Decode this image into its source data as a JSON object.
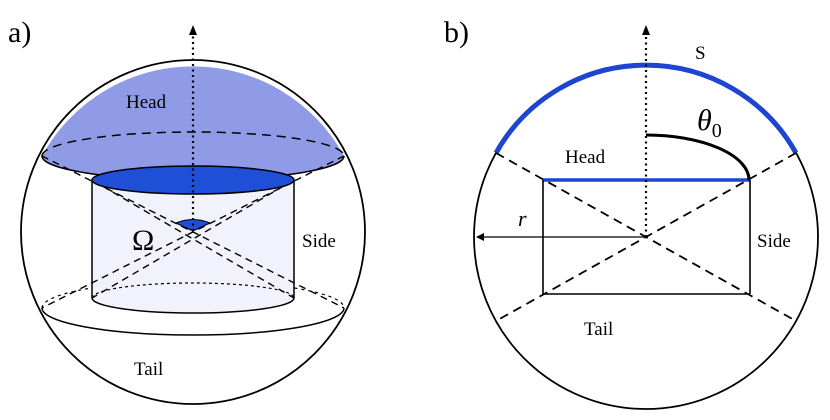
{
  "panels": {
    "a": {
      "label": "a)",
      "head": "Head",
      "side": "Side",
      "tail": "Tail",
      "omega": "Ω"
    },
    "b": {
      "label": "b)",
      "head": "Head",
      "side": "Side",
      "tail": "Tail",
      "s": "S",
      "theta": "θ",
      "theta_sub": "0",
      "radius": "r"
    }
  },
  "colors": {
    "head_cap_fill": "#8f9be6",
    "detector_top_fill": "#1f4fd6",
    "cylinder_fill": "#f2f2fc",
    "arc_blue": "#1d45d0",
    "outline": "#000000"
  }
}
